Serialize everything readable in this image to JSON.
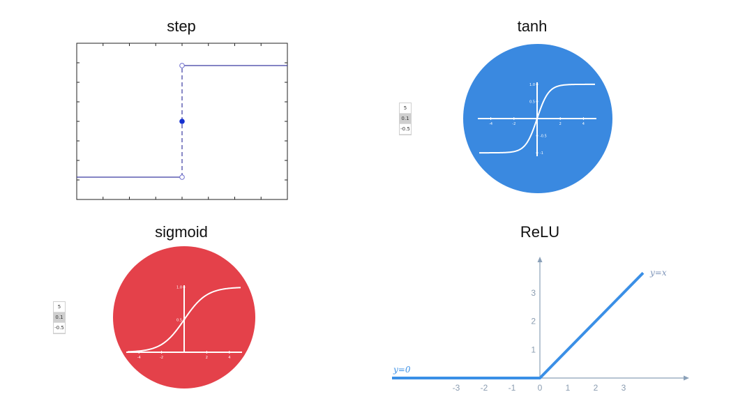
{
  "chart_data": [
    {
      "id": "step",
      "type": "line",
      "title": "step",
      "xlim": [
        -1,
        1
      ],
      "ylim": [
        -0.2,
        1.2
      ],
      "segments": [
        {
          "x": [
            -1,
            0
          ],
          "y": [
            0,
            0
          ],
          "style": "solid"
        },
        {
          "x": [
            0,
            1
          ],
          "y": [
            1,
            1
          ],
          "style": "solid"
        },
        {
          "x": [
            0,
            0
          ],
          "y": [
            0,
            1
          ],
          "style": "dashed"
        }
      ],
      "points": [
        {
          "x": 0,
          "y": 1,
          "filled": false
        },
        {
          "x": 0,
          "y": 0.5,
          "filled": true
        },
        {
          "x": 0,
          "y": 0,
          "filled": false
        }
      ],
      "color": "#3a3aa0"
    },
    {
      "id": "tanh",
      "type": "line",
      "title": "tanh",
      "xlim": [
        -5,
        5
      ],
      "ylim": [
        -1.1,
        1.1
      ],
      "x_ticks": [
        -4,
        -2,
        2,
        4
      ],
      "y_ticks": [
        1.0,
        0.5,
        -0.5,
        -1
      ],
      "y_tick_labels": [
        "1.0",
        "0.5",
        "-0.5",
        "-1"
      ],
      "background_color": "#3a89e0",
      "line_color": "#ffffff",
      "function": "tanh"
    },
    {
      "id": "sigmoid",
      "type": "line",
      "title": "sigmoid",
      "xlim": [
        -5,
        5
      ],
      "ylim": [
        0,
        1.05
      ],
      "x_ticks": [
        -4,
        -2,
        2,
        4
      ],
      "y_ticks": [
        1.0,
        0.5
      ],
      "y_tick_labels": [
        "1.0",
        "0.5"
      ],
      "background_color": "#e4414a",
      "line_color": "#ffffff",
      "function": "sigmoid"
    },
    {
      "id": "relu",
      "type": "line",
      "title": "ReLU",
      "xlim": [
        -5,
        5
      ],
      "ylim": [
        0,
        4
      ],
      "x_ticks": [
        -3,
        -2,
        -1,
        0,
        1,
        2,
        3
      ],
      "y_ticks": [
        1,
        2,
        3
      ],
      "annotations": [
        {
          "text": "y=0",
          "x": -5,
          "y": 0
        },
        {
          "text": "y=x",
          "x": 3.7,
          "y": 3.7
        }
      ],
      "line_color": "#3a8fe6",
      "axis_color": "#8aa0b8",
      "function": "relu"
    }
  ],
  "widgets": [
    {
      "id": "tanh-widget",
      "values": [
        "5",
        "0.1",
        "-0.5"
      ],
      "selected": "0.1"
    },
    {
      "id": "sigmoid-widget",
      "values": [
        "5",
        "0.1",
        "-0.5"
      ],
      "selected": "0.1"
    }
  ]
}
